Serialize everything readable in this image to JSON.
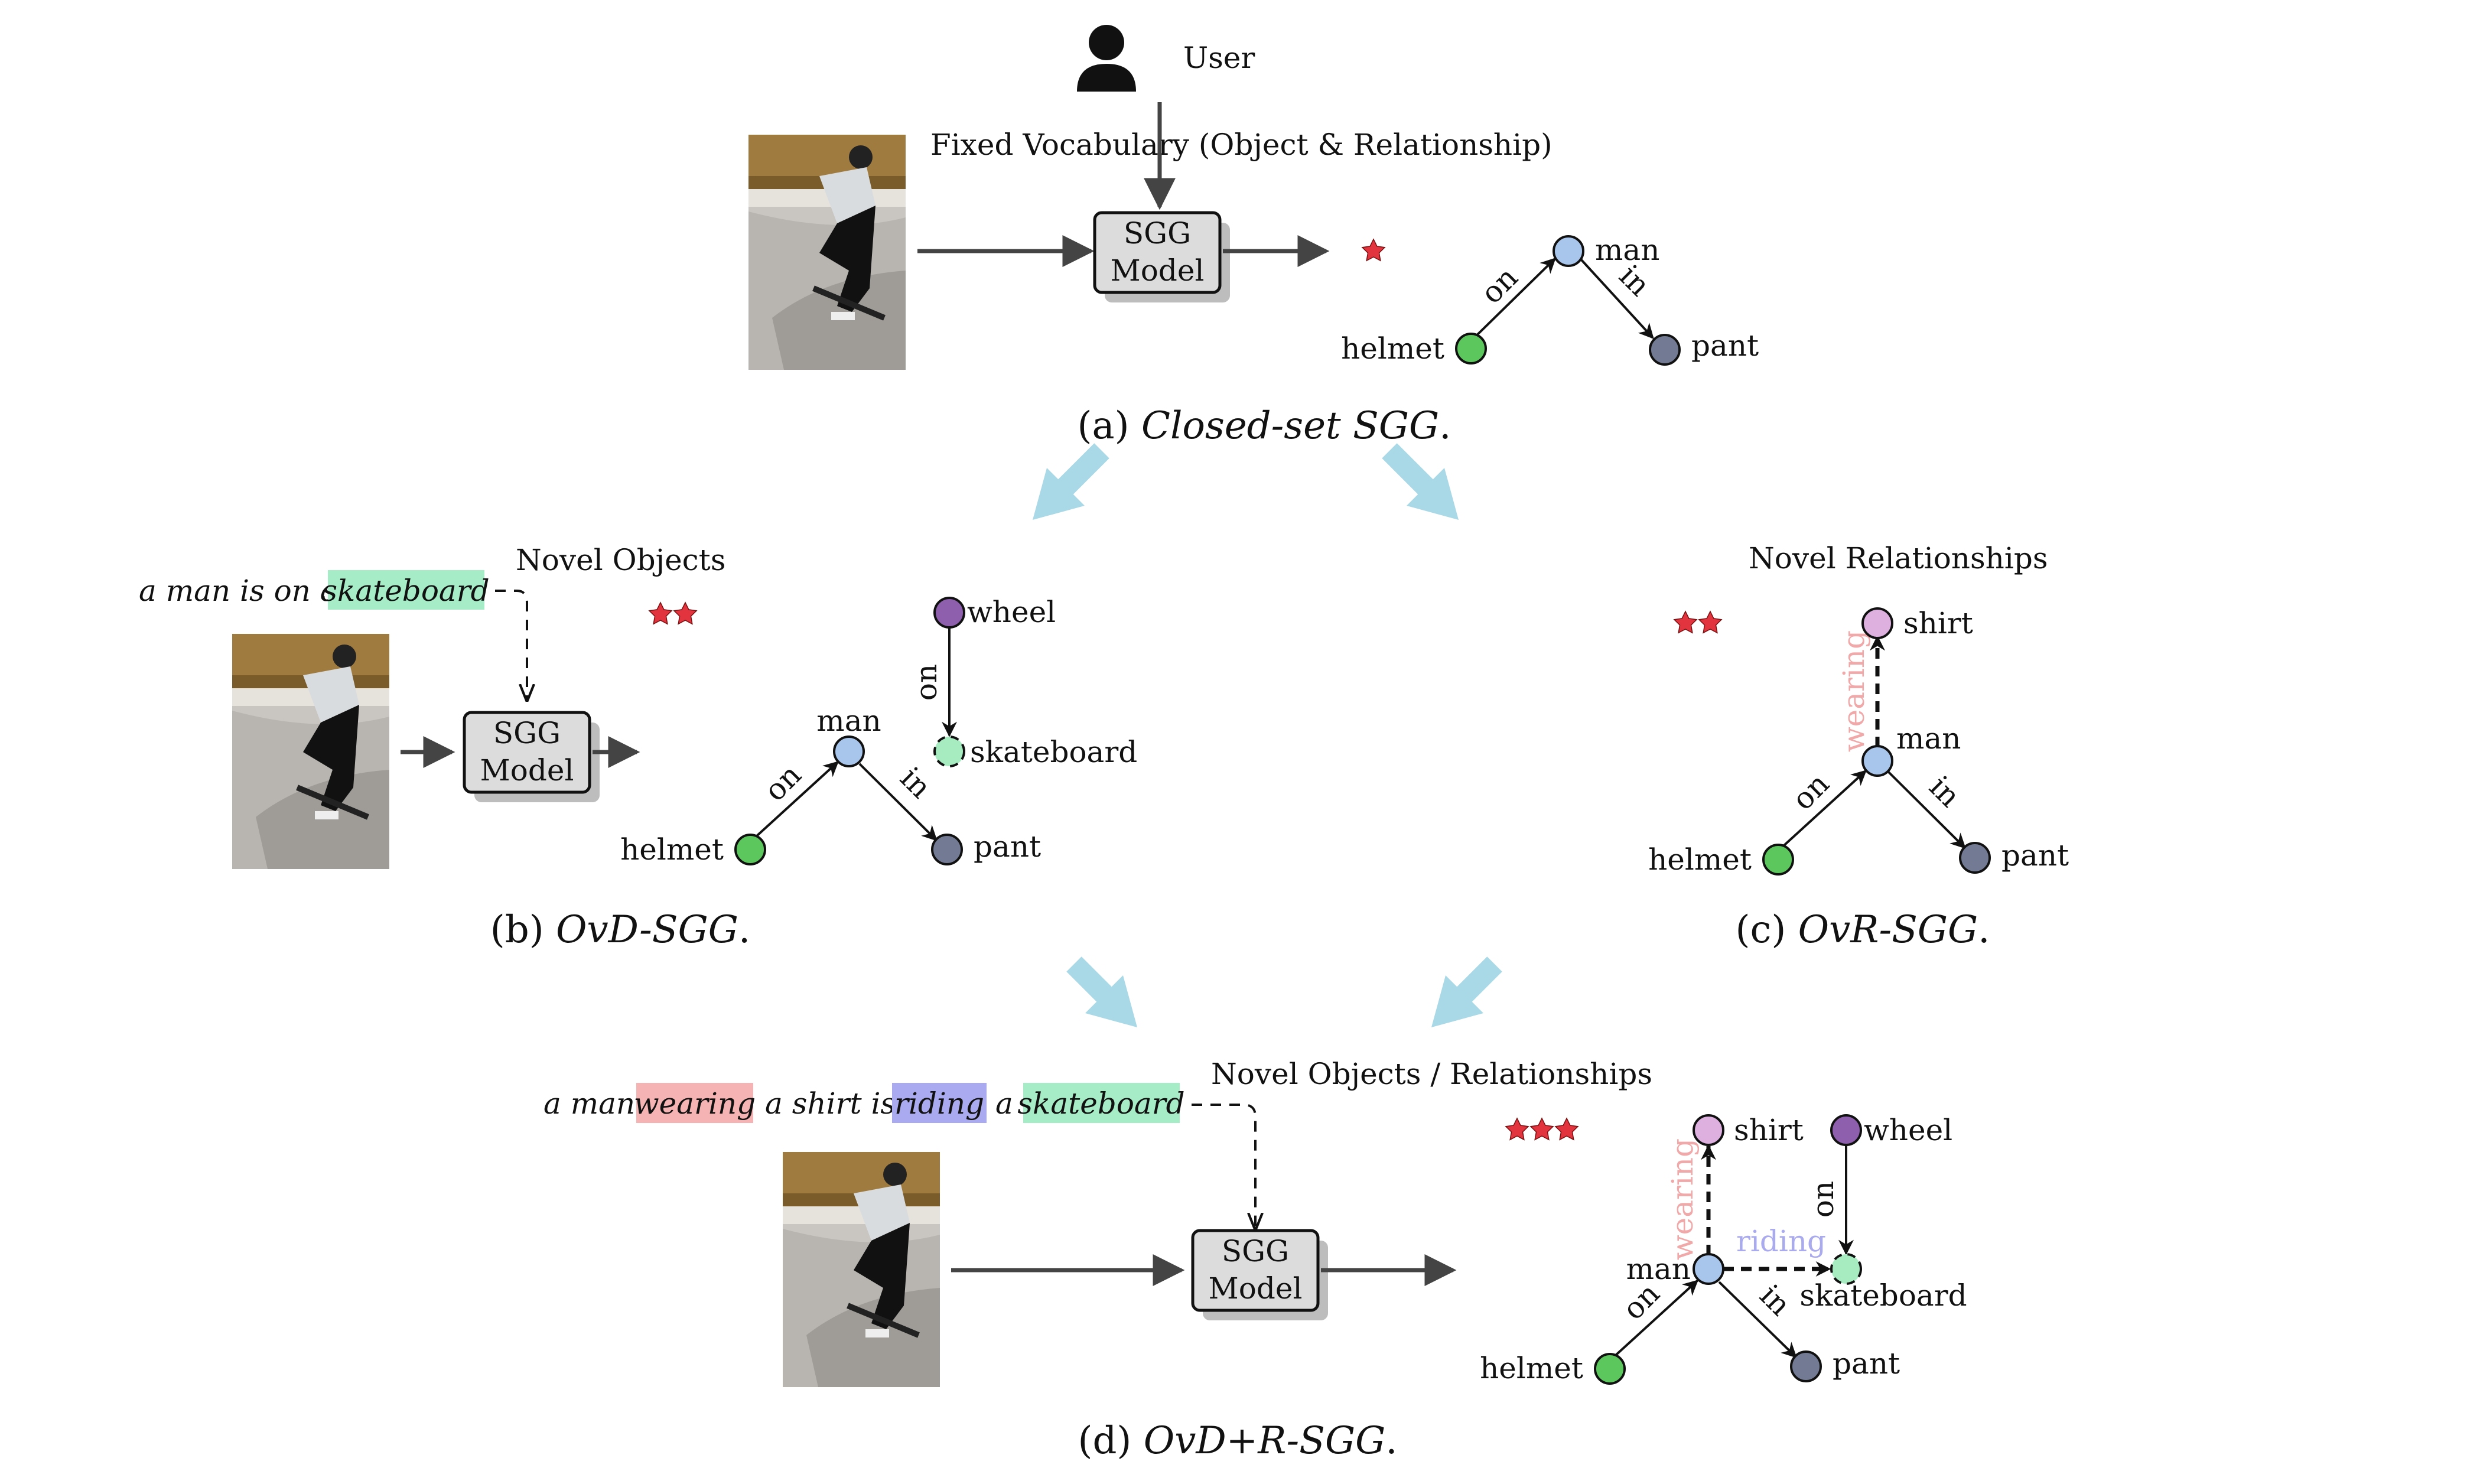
{
  "colors": {
    "accent_arrow": "#a9d8e6",
    "edge_dark": "#444444",
    "node_man": "#a8c5ec",
    "node_helmet": "#5cc75c",
    "node_pant": "#727b93",
    "node_wheel": "#8d5fad",
    "node_shirt": "#ddb0df",
    "node_skateboard": "#a6ecc0",
    "hl_wearing": "#f6b3b3",
    "hl_riding": "#aaaaf0",
    "hl_skateboard": "#a6ecc6",
    "label_wearing": "#f1a8a8",
    "label_riding": "#aaaaee",
    "star": "#e2343e"
  },
  "icons": [
    "user-icon",
    "star-icon",
    "skateboarder-photo"
  ],
  "panel_a": {
    "user_label": "User",
    "vocab_label": "Fixed Vocabulary (Object & Relationship)",
    "model_line1": "SGG",
    "model_line2": "Model",
    "caption_prefix": "(a)",
    "caption_name": "Closed-set SGG",
    "caption_suffix": ".",
    "nodes": {
      "man": "man",
      "helmet": "helmet",
      "pant": "pant"
    },
    "edges": {
      "on": "on",
      "in": "in"
    }
  },
  "panel_b": {
    "sentence_pre": "a man is on a",
    "highlight_object": "skateboard",
    "novel_label": "Novel Objects",
    "model_line1": "SGG",
    "model_line2": "Model",
    "caption_prefix": "(b)",
    "caption_name": "OvD-SGG",
    "caption_suffix": ".",
    "nodes": {
      "wheel": "wheel",
      "skateboard": "skateboard",
      "man": "man",
      "helmet": "helmet",
      "pant": "pant"
    },
    "edges": {
      "on_wheel": "on",
      "on": "on",
      "in": "in"
    }
  },
  "panel_c": {
    "novel_label": "Novel Relationships",
    "caption_prefix": "(c)",
    "caption_name": "OvR-SGG",
    "caption_suffix": ".",
    "nodes": {
      "shirt": "shirt",
      "man": "man",
      "helmet": "helmet",
      "pant": "pant"
    },
    "edges": {
      "wearing": "wearing",
      "on": "on",
      "in": "in"
    }
  },
  "panel_d": {
    "sentence_1": "a man",
    "highlight_wearing": "wearing",
    "sentence_2": "a shirt is",
    "highlight_riding": "riding",
    "sentence_3": "a",
    "highlight_skateboard": "skateboard",
    "novel_label": "Novel Objects / Relationships",
    "model_line1": "SGG",
    "model_line2": "Model",
    "caption_prefix": "(d)",
    "caption_name": "OvD+R-SGG",
    "caption_suffix": ".",
    "nodes": {
      "shirt": "shirt",
      "wheel": "wheel",
      "man": "man",
      "skateboard": "skateboard",
      "helmet": "helmet",
      "pant": "pant"
    },
    "edges": {
      "wearing": "wearing",
      "riding": "riding",
      "on_wheel": "on",
      "on": "on",
      "in": "in"
    }
  }
}
